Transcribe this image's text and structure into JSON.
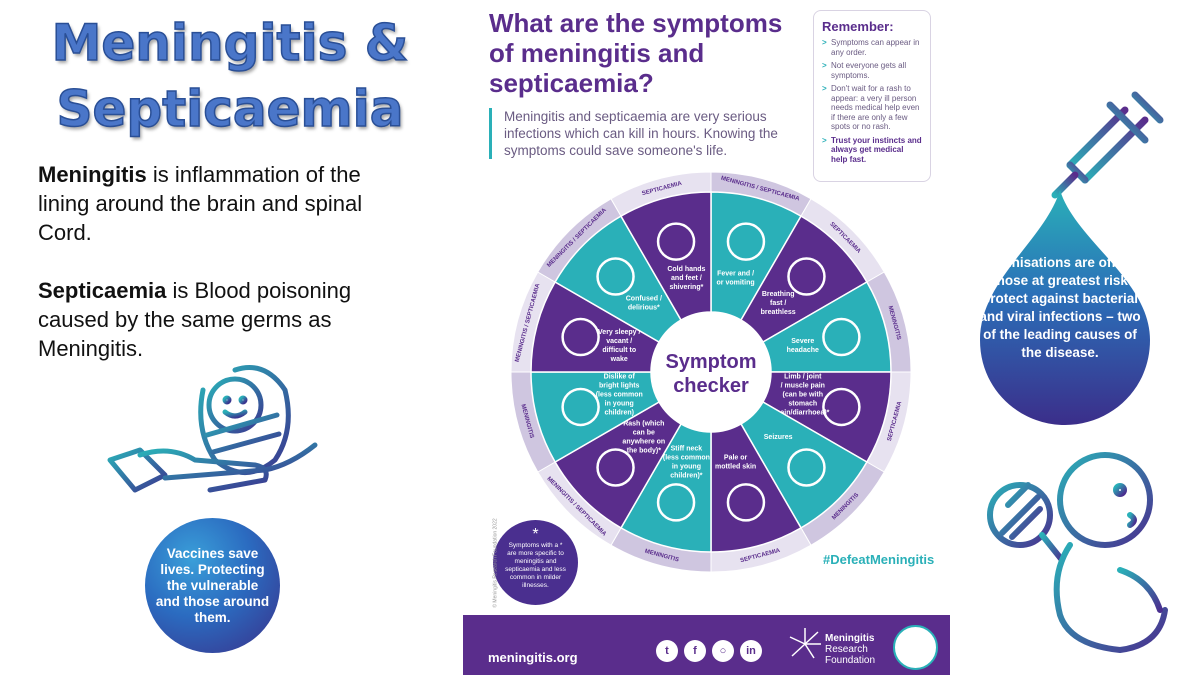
{
  "slide": {
    "title_line1": "Meningitis &",
    "title_line2": "Septicaemia",
    "def1_term": "Meningitis",
    "def1_text": " is inflammation of the lining around the brain and spinal Cord.",
    "def2_term": "Septicaemia",
    "def2_text": " is Blood poisoning caused by the same germs as Meningitis.",
    "vaccine_bubble": "Vaccines save lives. Protecting the vulnerable and those around them.",
    "immunisation_drop": "Immunisations are offered to those at greatest risk to protect against bacterial and viral infections – two of the leading causes of the disease."
  },
  "poster": {
    "question_line1": "What are the symptoms",
    "question_line2": "of meningitis and",
    "question_line3": "septicaemia?",
    "intro": "Meningitis and septicaemia are very serious infections which can kill in hours. Knowing the symptoms could save someone's life.",
    "remember_title": "Remember:",
    "remember_items": [
      "Symptoms can appear in any order.",
      "Not everyone gets all symptoms.",
      "Don't wait for a rash to appear: a very ill person needs medical help even if there are only a few spots or no rash.",
      "Trust your instincts and always get medical help fast."
    ],
    "center_line1": "Symptom",
    "center_line2": "checker",
    "symptoms": [
      {
        "label": "Fever and / or vomiting",
        "ring": "MENINGITIS / SEPTICAEMIA"
      },
      {
        "label": "Breathing fast / breathless",
        "ring": "SEPTICAEMIA"
      },
      {
        "label": "Severe headache",
        "ring": "MENINGITIS"
      },
      {
        "label": "Limb / joint / muscle pain (can be with stomach pain/diarrhoea)*",
        "ring": "SEPTICAEMIA"
      },
      {
        "label": "Seizures",
        "ring": "MENINGITIS"
      },
      {
        "label": "Pale or mottled skin",
        "ring": "SEPTICAEMIA"
      },
      {
        "label": "Stiff neck (less common in young children)*",
        "ring": "MENINGITIS"
      },
      {
        "label": "Rash (which can be anywhere on the body)*",
        "ring": "MENINGITIS / SEPTICAEMIA"
      },
      {
        "label": "Dislike of bright lights (less common in young children)",
        "ring": "MENINGITIS"
      },
      {
        "label": "Very sleepy / vacant / difficult to wake",
        "ring": "MENINGITIS / SEPTICAEMIA"
      },
      {
        "label": "Confused / delirious*",
        "ring": "MENINGITIS / SEPTICAEMIA"
      },
      {
        "label": "Cold hands and feet / shivering*",
        "ring": "SEPTICAEMIA"
      }
    ],
    "hashtag": "#DefeatMeningitis",
    "footnote_star": "*",
    "footnote": "Symptoms with a * are more specific to meningitis and septicaemia and less common in milder illnesses.",
    "copyright": "© Meningitis Research Foundation 2022",
    "url": "meningitis.org",
    "social": [
      "t",
      "f",
      "○",
      "in"
    ],
    "org_line1": "Meningitis",
    "org_line2": "Research",
    "org_line3": "Foundation"
  },
  "colors": {
    "purple": "#5a2d8c",
    "teal": "#2ab0b8",
    "lavender": "#cfc6e0",
    "title_blue": "#4a76c9"
  }
}
